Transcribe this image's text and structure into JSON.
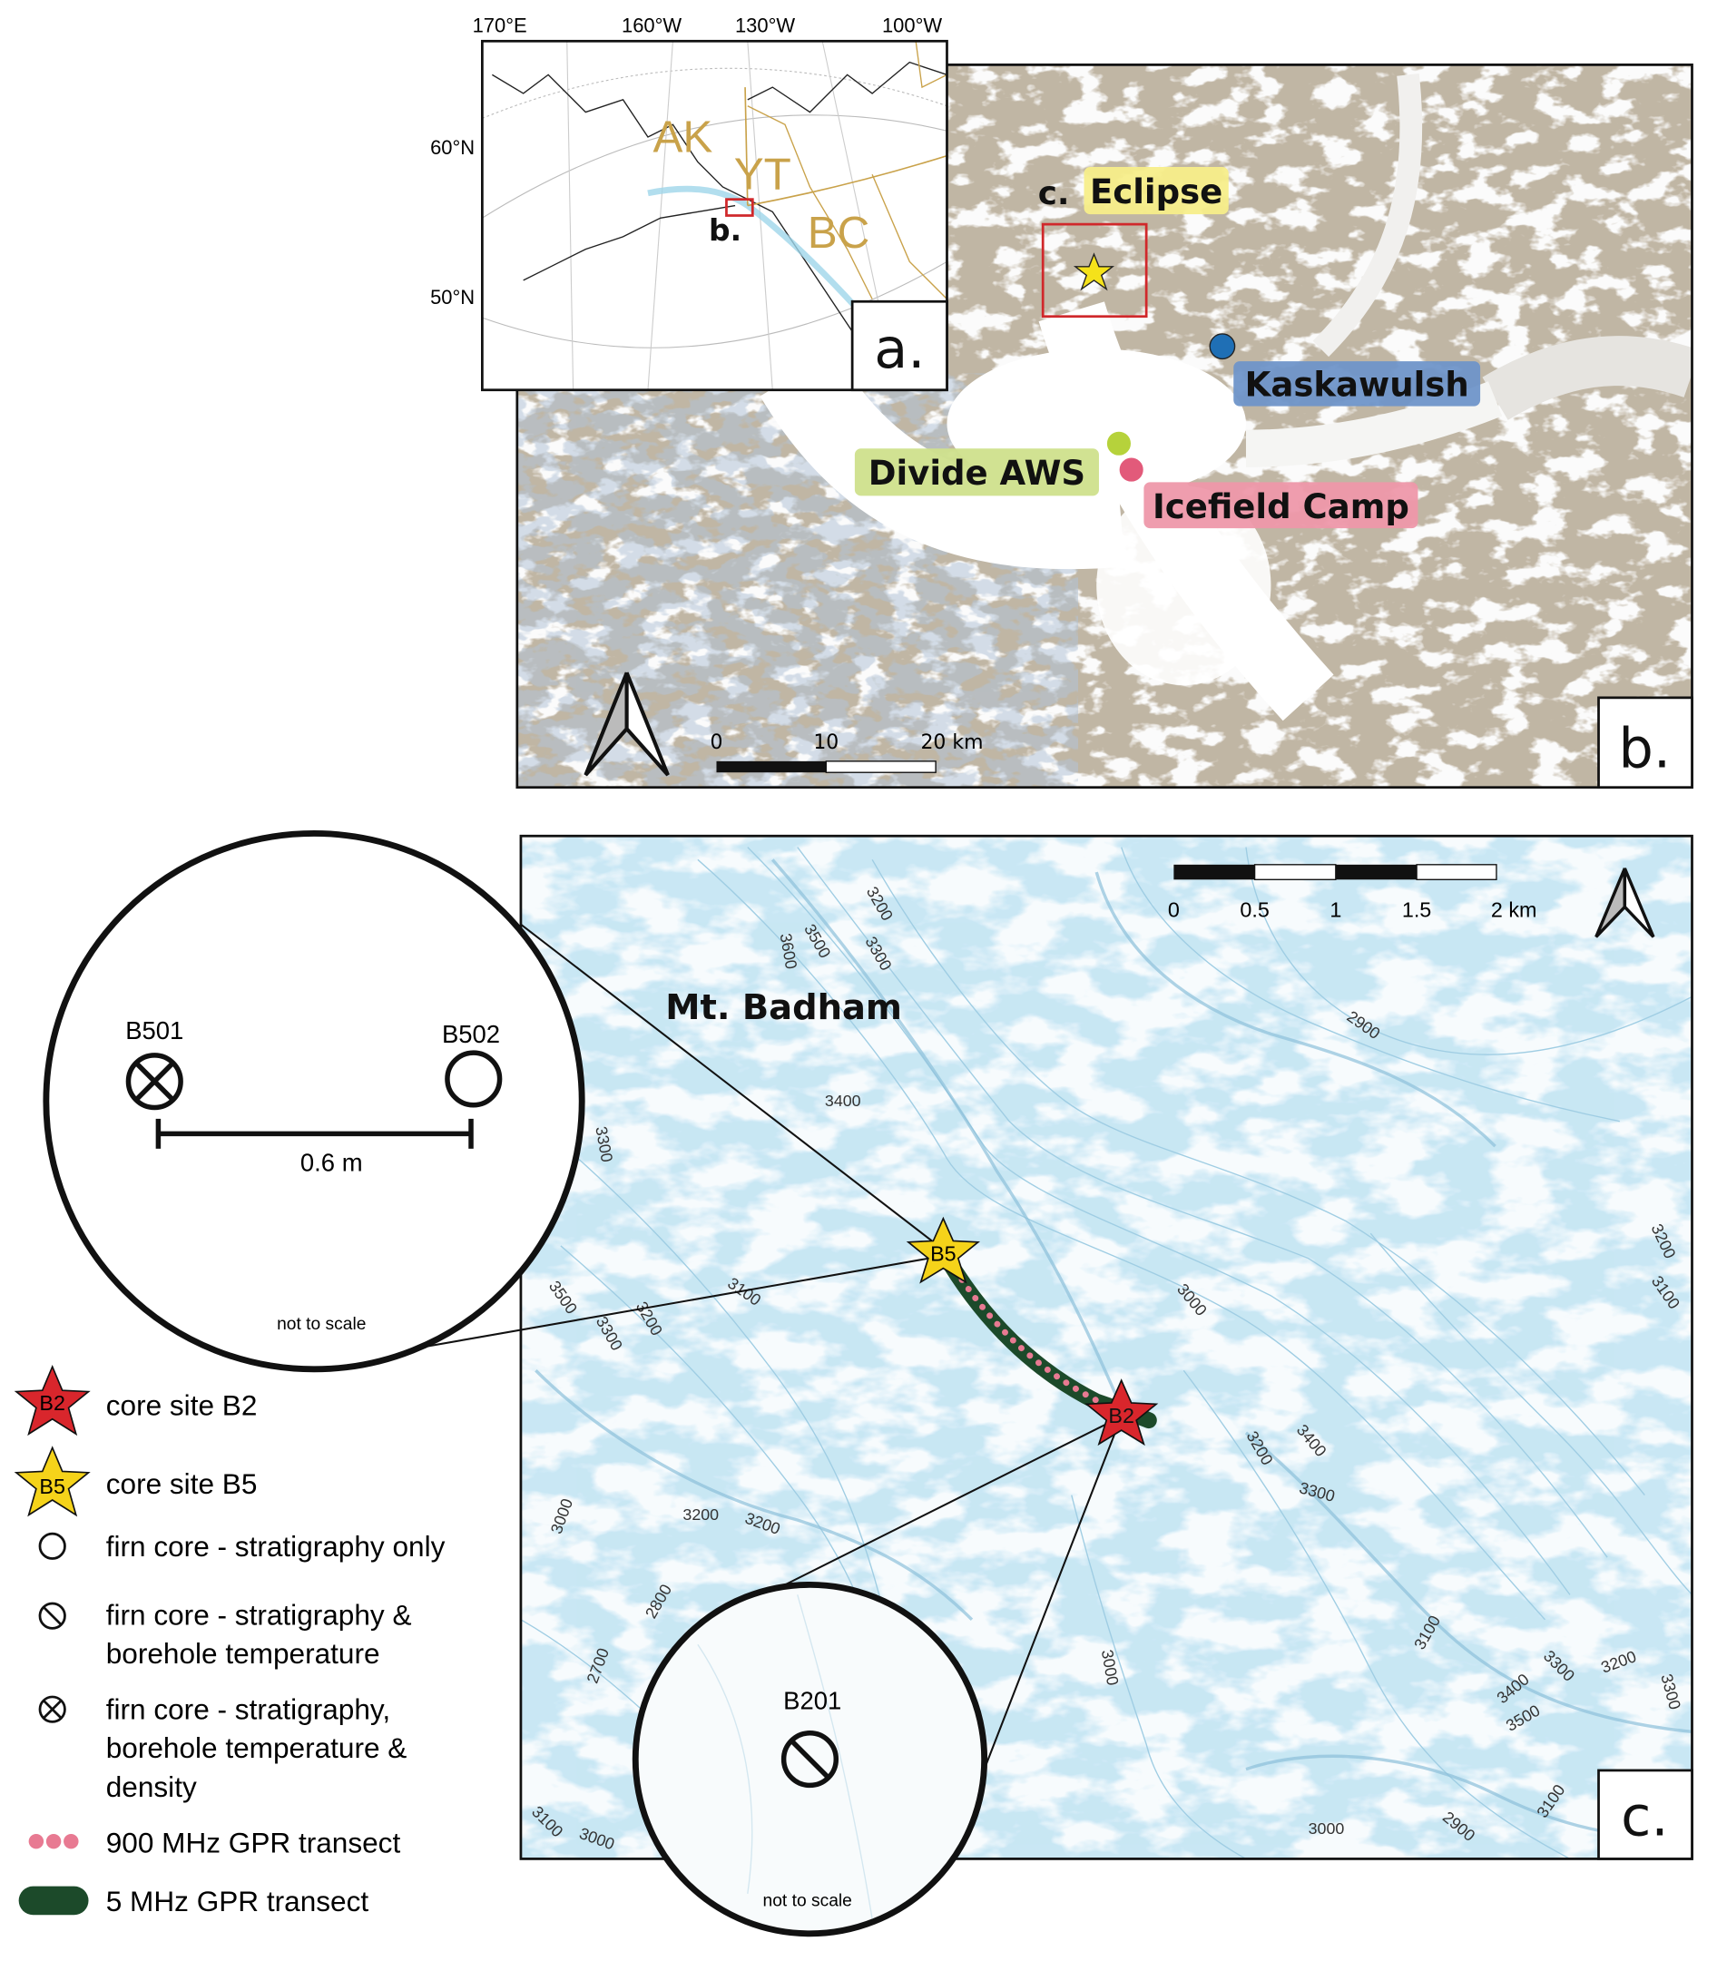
{
  "panel_a": {
    "longitude_ticks": [
      "170°E",
      "160°W",
      "130°W",
      "100°W"
    ],
    "latitude_ticks": [
      "60°N",
      "50°N"
    ],
    "regions": [
      "AK",
      "YT",
      "BC"
    ],
    "inset_marker_label": "b.",
    "panel_label": "a.",
    "region_color": "#c9a24a"
  },
  "panel_b": {
    "inset_marker_label": "c.",
    "sites": [
      {
        "name": "Eclipse",
        "color": "#f7ee8a"
      },
      {
        "name": "Kaskawulsh",
        "color": "#6f95c9",
        "dot": "#1f6fb5"
      },
      {
        "name": "Divide AWS",
        "color": "#cfe08c",
        "dot": "#b6d23b"
      },
      {
        "name": "Icefield Camp",
        "color": "#ee98aa",
        "dot": "#e25a7a"
      }
    ],
    "scale_bar": {
      "ticks": [
        "0",
        "10",
        "20 km"
      ]
    },
    "panel_label": "b."
  },
  "panel_c": {
    "peak_label": "Mt. Badham",
    "scale_bar": {
      "ticks": [
        "0",
        "0.5",
        "1",
        "1.5",
        "2 km"
      ]
    },
    "core_sites": {
      "b5": "B5",
      "b2": "B2"
    },
    "contour_labels": [
      "3200",
      "3500",
      "3300",
      "3600",
      "3400",
      "2900",
      "3500",
      "3200",
      "3300",
      "3100",
      "3000",
      "3200",
      "3100",
      "3400",
      "3200",
      "3300",
      "3000",
      "3200",
      "3200",
      "2700",
      "3000",
      "3100",
      "3300",
      "3200",
      "3400",
      "3500",
      "3300",
      "3100",
      "3000",
      "2900",
      "3100",
      "3000",
      "2800",
      "3300"
    ],
    "panel_label": "c."
  },
  "inset_b5": {
    "boreholes": [
      "B501",
      "B502"
    ],
    "distance": "0.6 m",
    "note": "not to scale"
  },
  "inset_b2": {
    "borehole": "B201",
    "note": "not to scale"
  },
  "legend": {
    "items": [
      {
        "symbol": "B2",
        "label": "core site B2",
        "color": "#d9262c"
      },
      {
        "symbol": "B5",
        "label": "core site B5",
        "color": "#f5d31a"
      },
      {
        "label": "firn core - stratigraphy only"
      },
      {
        "label_lines": [
          "firn core - stratigraphy &",
          "borehole temperature"
        ]
      },
      {
        "label_lines": [
          "firn core - stratigraphy,",
          "borehole temperature &",
          "density"
        ]
      },
      {
        "label": "900 MHz GPR transect",
        "color": "#e87a92"
      },
      {
        "label": "5 MHz GPR transect",
        "color": "#1c4a2a"
      }
    ]
  }
}
